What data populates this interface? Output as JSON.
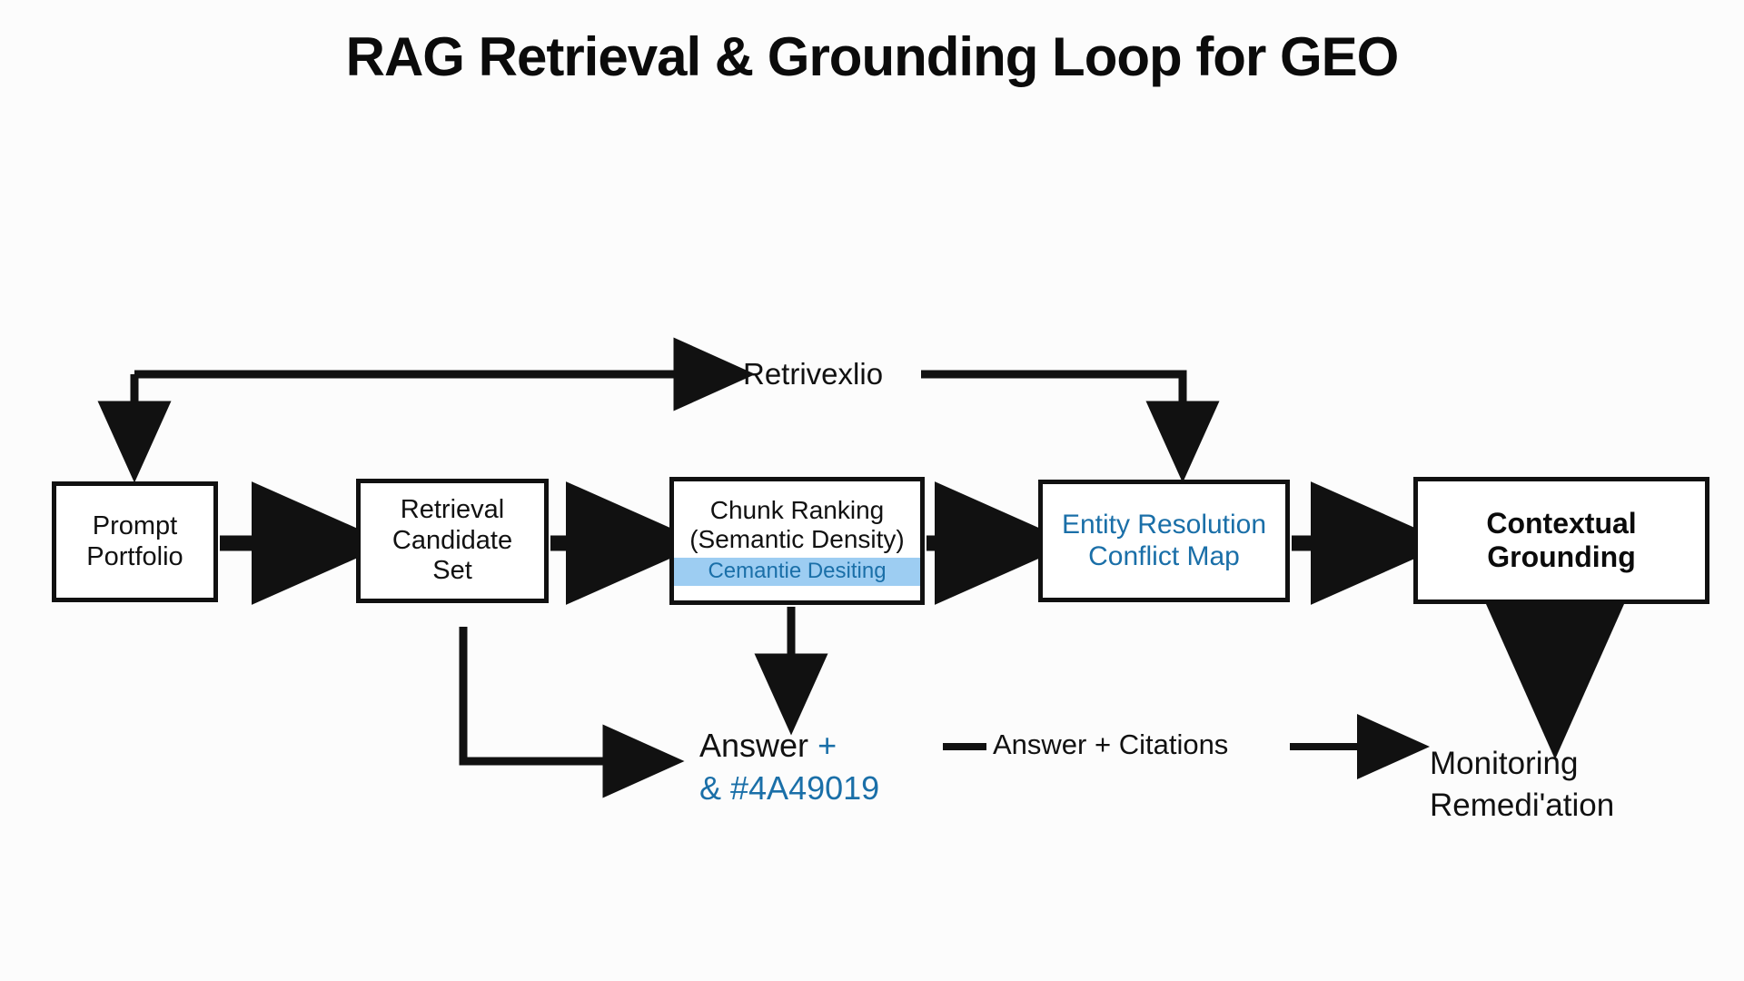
{
  "page": {
    "title": "RAG Retrieval & Grounding Loop for GEO",
    "background_color": "#fcfcfc",
    "ink_color": "#111111",
    "accent_blue": "#1a6fa8",
    "highlight_blue": "#9dcdf2"
  },
  "diagram": {
    "type": "flowchart",
    "orientation": "left-to-right pipeline with feedback loop",
    "nodes": [
      {
        "id": "prompt-portfolio",
        "lines": [
          "Prompt",
          "Portfolio"
        ],
        "style": "black text"
      },
      {
        "id": "retrieval-candidate-set",
        "lines": [
          "Retrieval",
          "Candidate",
          "Set"
        ],
        "style": "black text"
      },
      {
        "id": "chunk-ranking",
        "lines": [
          "Chunk Ranking",
          "(Semantic Density)"
        ],
        "highlight_line": "Cemantie Desiting",
        "style": "black text with blue highlighted artifact line"
      },
      {
        "id": "entity-resolution",
        "lines": [
          "Entity Resolution",
          "Conflict Map"
        ],
        "style": "blue text"
      },
      {
        "id": "contextual-grounding",
        "lines": [
          "Contextual",
          "Grounding"
        ],
        "style": "bold black text"
      }
    ],
    "labels": {
      "feedback_loop": "Retrivexlio",
      "answer_line1_black": "Answer",
      "answer_line1_plus": "+",
      "answer_line2": "& #4A49019",
      "answer_citations": "Answer + Citations",
      "monitoring_line1": "Monitoring",
      "monitoring_line2": "Remedi'ation"
    }
  }
}
